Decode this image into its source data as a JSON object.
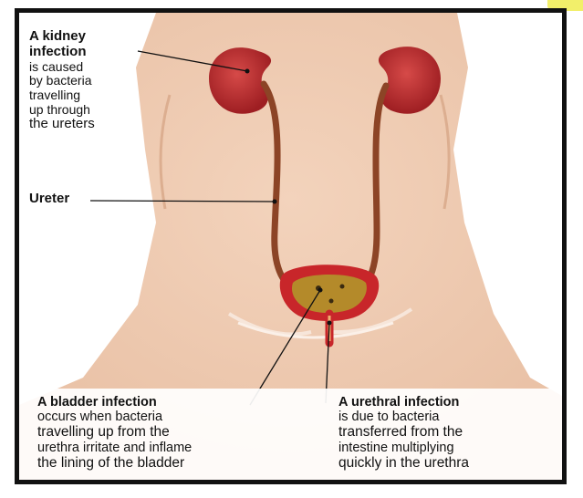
{
  "labels": {
    "kidney": {
      "line1": "A kidney",
      "line2": "infection",
      "line3": "is caused",
      "line4": "by bacteria",
      "line5": "travelling",
      "line6": "up through",
      "line7": "the ureters"
    },
    "ureter": "Ureter",
    "bladder": {
      "title": "A bladder infection",
      "line1": "occurs when bacteria",
      "line2": "travelling up from the",
      "line3": "urethra irritate and inflame",
      "line4": "the lining of the bladder"
    },
    "urethral": {
      "title": "A urethral infection",
      "line1": "is due to bacteria",
      "line2": "transferred from the",
      "line3": "intestine multiplying",
      "line4": "quickly in the urethra"
    }
  },
  "colors": {
    "skin": "#efcbb0",
    "kidney": "#b8282a",
    "ureter": "#8c4426",
    "bladder": "#c8262a",
    "bladder_inner": "#b48a2a",
    "accent_corner": "#f2ef6a"
  }
}
